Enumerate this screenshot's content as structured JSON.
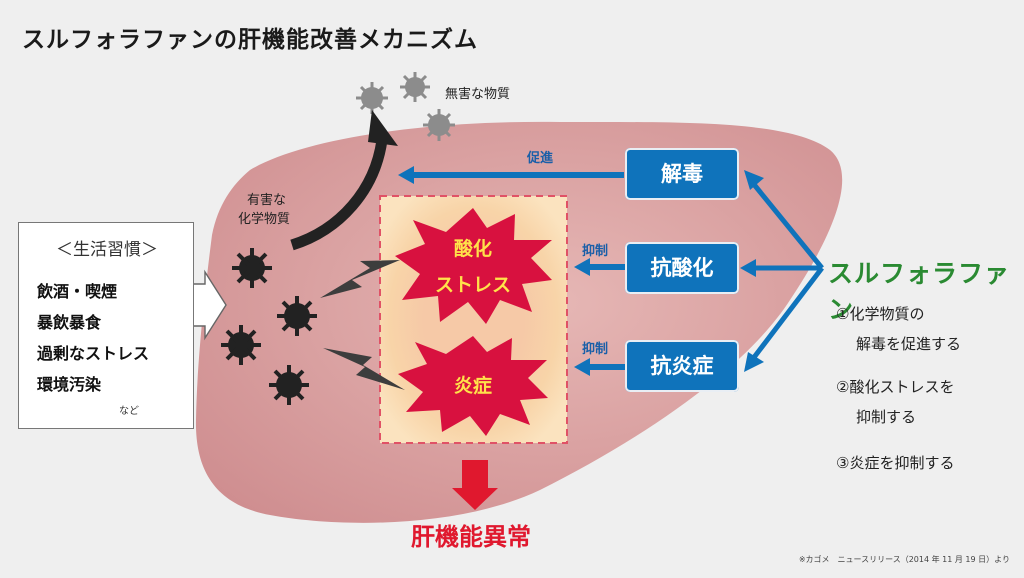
{
  "title": "スルフォラファンの肝機能改善メカニズム",
  "harmless_label": "無害な物質",
  "harmful_label_line1": "有害な",
  "harmful_label_line2": "化学物質",
  "lifestyle": {
    "heading": "＜生活習慣＞",
    "items": [
      "飲酒・喫煙",
      "暴飲暴食",
      "過剰なストレス",
      "環境汚染"
    ],
    "etc": "など"
  },
  "stress_burst_line1": "酸化",
  "stress_burst_line2": "ストレス",
  "inflammation_burst": "炎症",
  "liver_failure": "肝機能異常",
  "actions": {
    "detox": "解毒",
    "antioxidant": "抗酸化",
    "anti_inflammatory": "抗炎症"
  },
  "arrow_labels": {
    "promote": "促進",
    "suppress1": "抑制",
    "suppress2": "抑制"
  },
  "sulforaphane": "スルフォラファン",
  "effects": {
    "e1_line1": "①化学物質の",
    "e1_line2": "解毒を促進する",
    "e2_line1": "②酸化ストレスを",
    "e2_line2": "抑制する",
    "e3": "③炎症を抑制する"
  },
  "source": "※カゴメ　ニュースリリース（2014 年 11 月 19 日）より",
  "colors": {
    "liver": "#d4989a",
    "action_blue": "#0f73bb",
    "burst_red": "#d8113f",
    "failure_red": "#e0182e",
    "sulforaphane_green": "#2a8a32"
  }
}
